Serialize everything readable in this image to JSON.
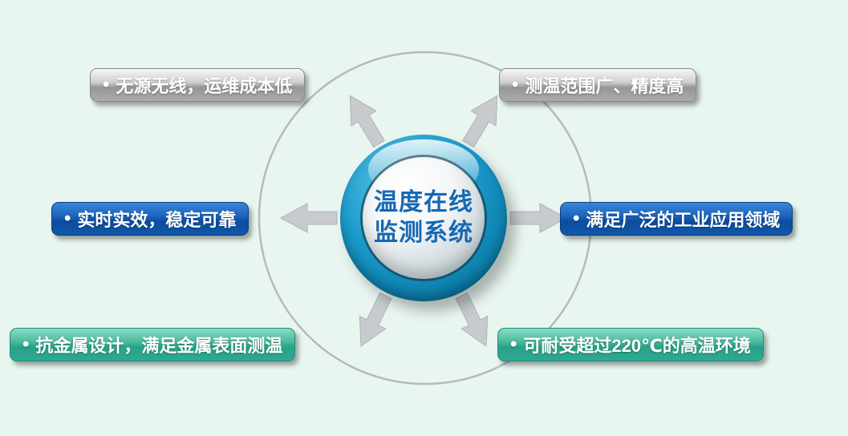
{
  "bullet": "•",
  "center": {
    "line1": "温度在线",
    "line2": "监测系统",
    "text_color": "#1569b4",
    "ring_color": "#1a9acb"
  },
  "labels": [
    {
      "id": "top-left",
      "text": "无源无线，运维成本低",
      "style": "silver",
      "color": "#aaaaaa"
    },
    {
      "id": "top-right",
      "text": "测温范围广、精度高",
      "style": "silver",
      "color": "#aaaaaa"
    },
    {
      "id": "mid-left",
      "text": "实时实效，稳定可靠",
      "style": "blue",
      "color": "#0d4c9f"
    },
    {
      "id": "mid-right",
      "text": "满足广泛的工业应用领域",
      "style": "blue",
      "color": "#0d4c9f"
    },
    {
      "id": "bottom-left",
      "text": "抗金属设计，满足金属表面测温",
      "style": "teal",
      "color": "#2fa890"
    },
    {
      "id": "bottom-right",
      "text": "可耐受超过220℃的高温环境",
      "style": "teal",
      "color": "#2fa890"
    }
  ],
  "colors": {
    "background": "#e9f6ef",
    "orbit_stroke": "#b4babd",
    "arrow_fill": "#c7cbce"
  }
}
